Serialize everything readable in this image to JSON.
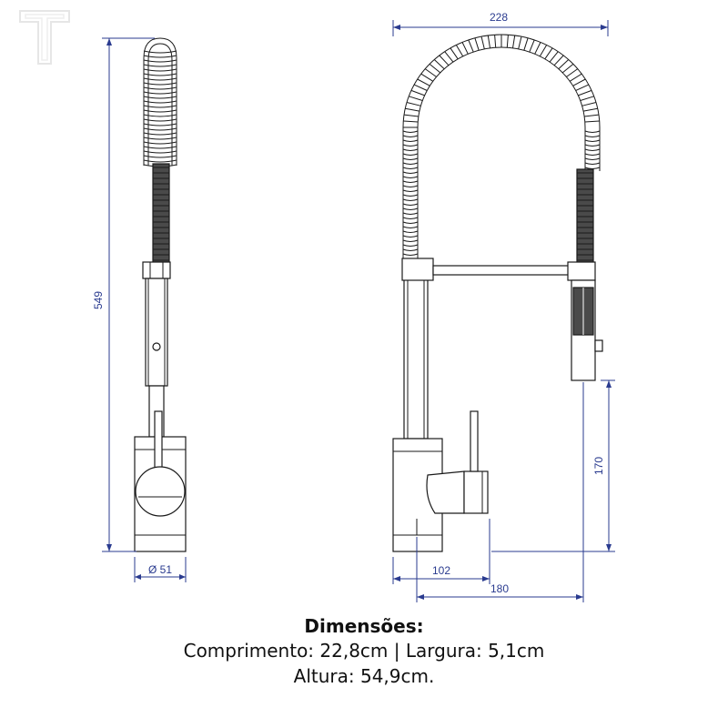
{
  "dimensions": {
    "total_width": "228",
    "height": "549",
    "diameter": "Ø 51",
    "spout_height": "170",
    "base_to_spout": "102",
    "reach": "180"
  },
  "caption": {
    "title": "Dimensões:",
    "line1": "Comprimento: 22,8cm | Largura: 5,1cm",
    "line2": "Altura: 54,9cm."
  },
  "colors": {
    "dimension": "#2a3b8f",
    "outline": "#1a1a1a"
  }
}
